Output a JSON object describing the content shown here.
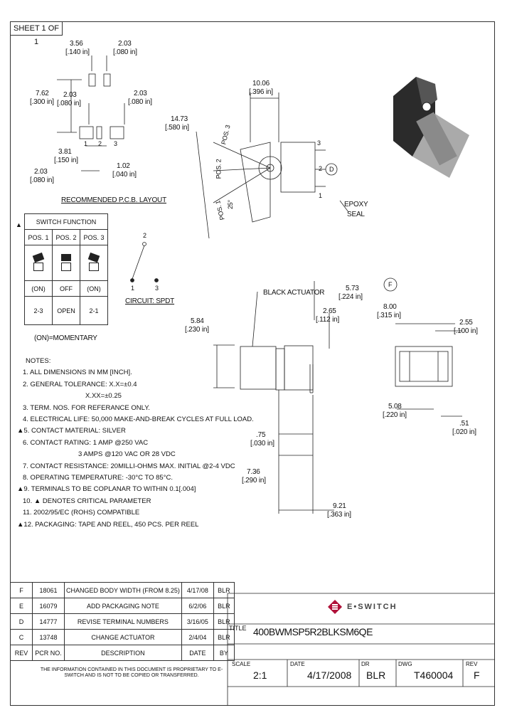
{
  "sheet": {
    "label": "SHEET 1 OF 1"
  },
  "pcb": {
    "dim_top_left": "3.56",
    "dim_top_left_in": "[.140 in]",
    "dim_top_right": "2.03",
    "dim_top_right_in": "[.080 in]",
    "dim_left_762": "7.62",
    "dim_left_762_in": "[.300 in]",
    "dim_mid_203": "2.03",
    "dim_mid_203_in": "[.080 in]",
    "dim_right_203": "2.03",
    "dim_right_203_in": "[.080 in]",
    "dim_381": "3.81",
    "dim_381_in": "[.150 in]",
    "dim_bot_203": "2.03",
    "dim_bot_203_in": "[.080 in]",
    "dim_102": "1.02",
    "dim_102_in": "[.040 in]",
    "pad_labels": [
      "1",
      "2",
      "3"
    ],
    "caption": "RECOMMENDED P.C.B. LAYOUT"
  },
  "side_view": {
    "dim_1006": "10.06",
    "dim_1006_in": "[.396 in]",
    "dim_1473": "14.73",
    "dim_1473_in": "[.580 in]",
    "pos3": "POS. 3",
    "pos2": "POS. 2",
    "pos1": "POS. 1",
    "angle": "25°",
    "terminals": [
      "3",
      "2",
      "1"
    ],
    "flag_d": "D",
    "epoxy": "EPOXY",
    "seal": "SEAL"
  },
  "switch_function": {
    "title": "SWITCH FUNCTION",
    "headers": [
      "POS. 1",
      "POS. 2",
      "POS. 3"
    ],
    "states": [
      "(ON)",
      "OFF",
      "(ON)"
    ],
    "connections": [
      "2-3",
      "OPEN",
      "2-1"
    ],
    "footnote": "(ON)=MOMENTARY"
  },
  "circuit": {
    "labels": [
      "2",
      "1",
      "3"
    ],
    "caption": "CIRCUIT: SPDT"
  },
  "front_view": {
    "black_actuator": "BLACK ACTUATOR",
    "dim_573": "5.73",
    "dim_573_in": "[.224 in]",
    "dim_265": "2.65",
    "dim_265_in": "[.112 in]",
    "dim_584": "5.84",
    "dim_584_in": "[.230 in]",
    "dim_075": ".75",
    "dim_075_in": "[.030 in]",
    "dim_736": "7.36",
    "dim_736_in": "[.290 in]",
    "dim_921": "9.21",
    "dim_921_in": "[.363 in]"
  },
  "end_view": {
    "flag_f": "F",
    "dim_800": "8.00",
    "dim_800_in": "[.315 in]",
    "dim_255": "2.55",
    "dim_255_in": "[.100 in]",
    "dim_508": "5.08",
    "dim_508_in": "[.220 in]",
    "dim_051": ".51",
    "dim_051_in": "[.020 in]"
  },
  "notes": {
    "heading": "NOTES:",
    "items": [
      "1. ALL DIMENSIONS IN MM [INCH].",
      "2. GENERAL TOLERANCE: X.X=±0.4",
      "X.XX=±0.25",
      "3. TERM. NOS. FOR REFERANCE ONLY.",
      "4. ELECTRICAL LIFE: 50,000 MAKE-AND-BREAK CYCLES AT FULL LOAD.",
      "5. CONTACT MATERIAL: SILVER",
      "6. CONTACT RATING: 1 AMP @250 VAC",
      "3 AMPS @120 VAC OR 28 VDC",
      "7. CONTACT RESISTANCE: 20MILLI-OHMS MAX. INITIAL @2-4 VDC",
      "8. OPERATING TEMPERATURE: -30°C TO 85°C.",
      "9. TERMINALS TO BE COPLANAR TO WITHIN 0.1[.004]",
      "10. ▲ DENOTES CRITICAL PARAMETER",
      "11. 2002/95/EC (ROHS) COMPATIBLE",
      "12. PACKAGING: TAPE AND REEL, 450 PCS. PER REEL"
    ]
  },
  "revisions": {
    "rows": [
      {
        "rev": "F",
        "pcr": "18061",
        "desc": "CHANGED BODY WIDTH (FROM 8.25)",
        "date": "4/17/08",
        "by": "BLR"
      },
      {
        "rev": "E",
        "pcr": "16079",
        "desc": "ADD PACKAGING NOTE",
        "date": "6/2/06",
        "by": "BLR"
      },
      {
        "rev": "D",
        "pcr": "14777",
        "desc": "REVISE TERMINAL NUMBERS",
        "date": "3/16/05",
        "by": "BLR"
      },
      {
        "rev": "C",
        "pcr": "13748",
        "desc": "CHANGE ACTUATOR",
        "date": "2/4/04",
        "by": "BLR"
      }
    ],
    "headers": {
      "rev": "REV",
      "pcr": "PCR NO.",
      "desc": "DESCRIPTION",
      "date": "DATE",
      "by": "BY"
    }
  },
  "disclaimer": "THE INFORMATION CONTAINED IN THIS DOCUMENT IS PROPRIETARY TO E-SWITCH AND IS NOT TO BE COPIED OR TRANSFERRED.",
  "title_block": {
    "logo": "E•SWITCH",
    "title_label": "TITLE",
    "title": "400BWMSP5R2BLKSM6QE",
    "scale_label": "SCALE",
    "scale": "2:1",
    "date_label": "DATE",
    "date": "4/17/2008",
    "dr_label": "DR",
    "dr": "BLR",
    "dwg_label": "DWG",
    "dwg": "T460004",
    "rev_label": "REV",
    "rev": "F"
  }
}
